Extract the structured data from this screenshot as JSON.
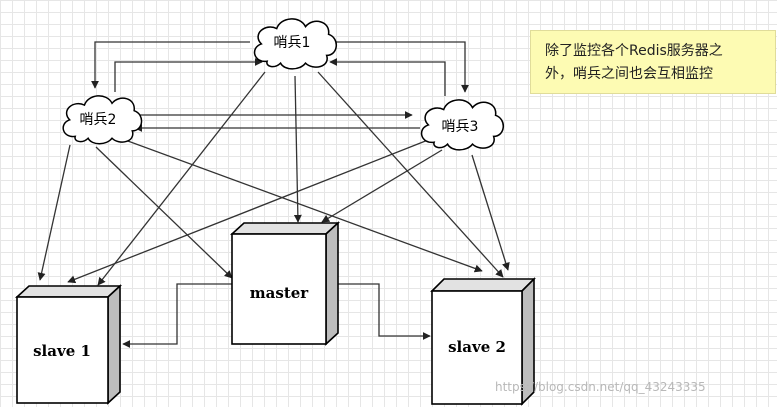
{
  "nodes": {
    "sentinel1": "哨兵1",
    "sentinel2": "哨兵2",
    "sentinel3": "哨兵3",
    "master": "master",
    "slave1": "slave 1",
    "slave2": "slave 2"
  },
  "note": {
    "line1": "除了监控各个Redis服务器之",
    "line2": "外，哨兵之间也会互相监控"
  },
  "watermark": "https://blog.csdn.net/qq_43243335"
}
